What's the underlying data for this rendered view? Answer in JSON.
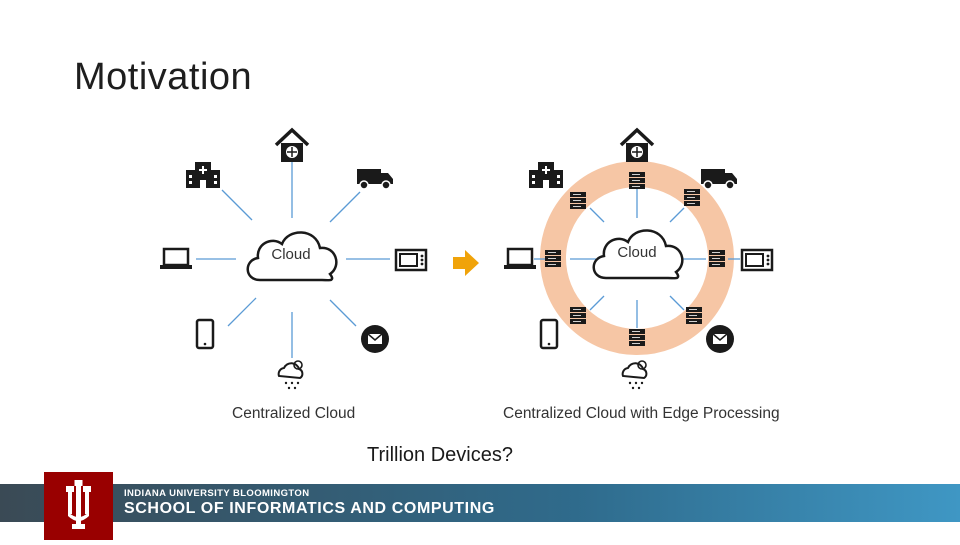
{
  "slide": {
    "title": "Motivation",
    "question": "Trillion Devices?"
  },
  "diagram_left": {
    "cloud_label": "Cloud",
    "caption": "Centralized Cloud"
  },
  "diagram_right": {
    "cloud_label": "Cloud",
    "caption": "Centralized Cloud with Edge Processing"
  },
  "footer": {
    "university": "INDIANA UNIVERSITY BLOOMINGTON",
    "school": "SCHOOL OF INFORMATICS AND COMPUTING"
  },
  "colors": {
    "connector": "#5b9bd5",
    "arrow": "#f0a30a",
    "edge_ring": "#f6c6a5",
    "iu_crimson": "#990000"
  },
  "icons": [
    "house-icon",
    "hospital-icon",
    "truck-icon",
    "laptop-icon",
    "microwave-icon",
    "phone-icon",
    "mail-icon",
    "weather-icon",
    "server-icon",
    "arrow-right-icon",
    "iu-trident-icon"
  ]
}
